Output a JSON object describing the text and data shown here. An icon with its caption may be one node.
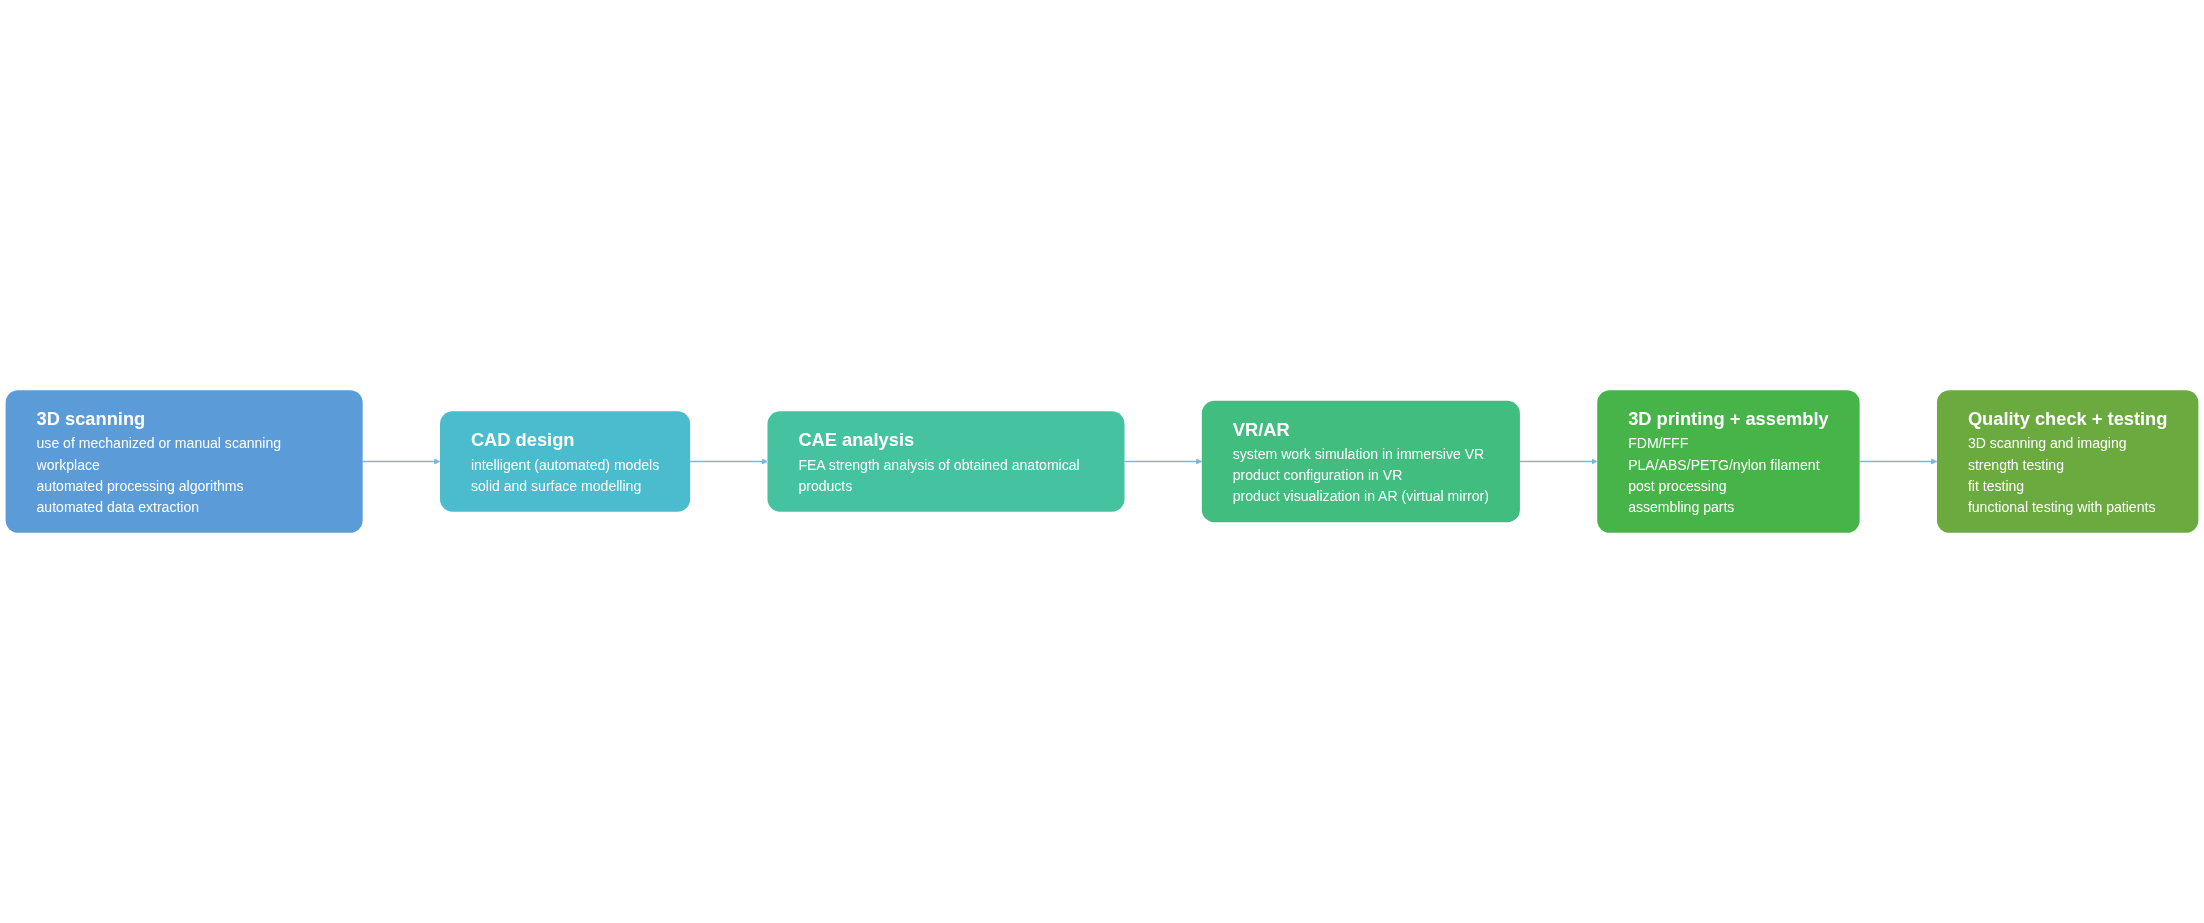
{
  "diagram": {
    "nodes": [
      {
        "text": [
          "3D scanning",
          "use of mechanized or manual scanning workplace",
          "automated processing algorithms",
          "automated data extraction"
        ]
      },
      {
        "text": [
          "CAD design",
          "intelligent (automated) models",
          "solid and surface modelling"
        ]
      },
      {
        "text": [
          "CAE analysis",
          "FEA strength analysis of obtained anatomical products"
        ]
      },
      {
        "text": [
          "VR/AR",
          "system work simulation in immersive VR",
          "product configuration in VR",
          "product visualization in AR (virtual mirror)"
        ]
      },
      {
        "text": [
          "3D printing + assembly",
          "FDM/FFF",
          "PLA/ABS/PETG/nylon filament",
          "post processing",
          "assembling parts"
        ]
      },
      {
        "text": [
          "Quality check + testing",
          "3D scanning and imaging",
          "strength testing",
          "fit testing",
          "functional testing with patients"
        ]
      }
    ],
    "edges": [
      {
        "from": 0,
        "to": 1,
        "arrow": "to"
      },
      {
        "from": 1,
        "to": 2,
        "arrow": "to"
      },
      {
        "from": 2,
        "to": 3,
        "arrow": "to"
      },
      {
        "from": 3,
        "to": 4,
        "arrow": "to"
      },
      {
        "from": 4,
        "to": 5,
        "arrow": "to"
      }
    ]
  }
}
